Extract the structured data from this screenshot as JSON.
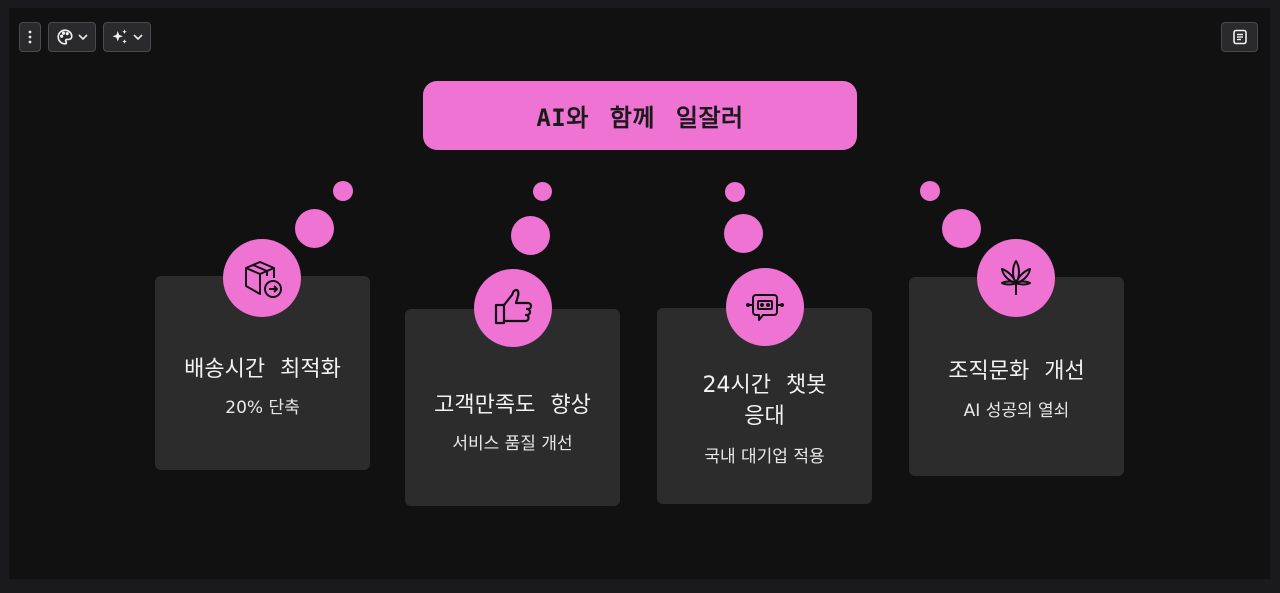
{
  "toolbar": {
    "menu_icon": "more-vertical-icon",
    "theme_icon": "palette-icon",
    "ai_icon": "sparkles-icon",
    "notes_icon": "document-icon"
  },
  "title": "AI와 함께 일잘러",
  "colors": {
    "accent": "#ee73d3",
    "canvas": "#111111",
    "card": "#2c2c2c",
    "frame": "#1a1a1c",
    "text": "#f2f2f2"
  },
  "cards": [
    {
      "icon": "package-arrow-icon",
      "title": "배송시간  최적화",
      "subtitle": "20% 단축"
    },
    {
      "icon": "thumbs-up-icon",
      "title": "고객만족도  향상",
      "subtitle": "서비스 품질 개선"
    },
    {
      "icon": "chatbot-icon",
      "title_line1": "24시간  챗봇",
      "title_line2": "응대",
      "subtitle": "국내 대기업 적용"
    },
    {
      "icon": "leaf-icon",
      "title": "조직문화  개선",
      "subtitle": "AI 성공의 열쇠"
    }
  ]
}
